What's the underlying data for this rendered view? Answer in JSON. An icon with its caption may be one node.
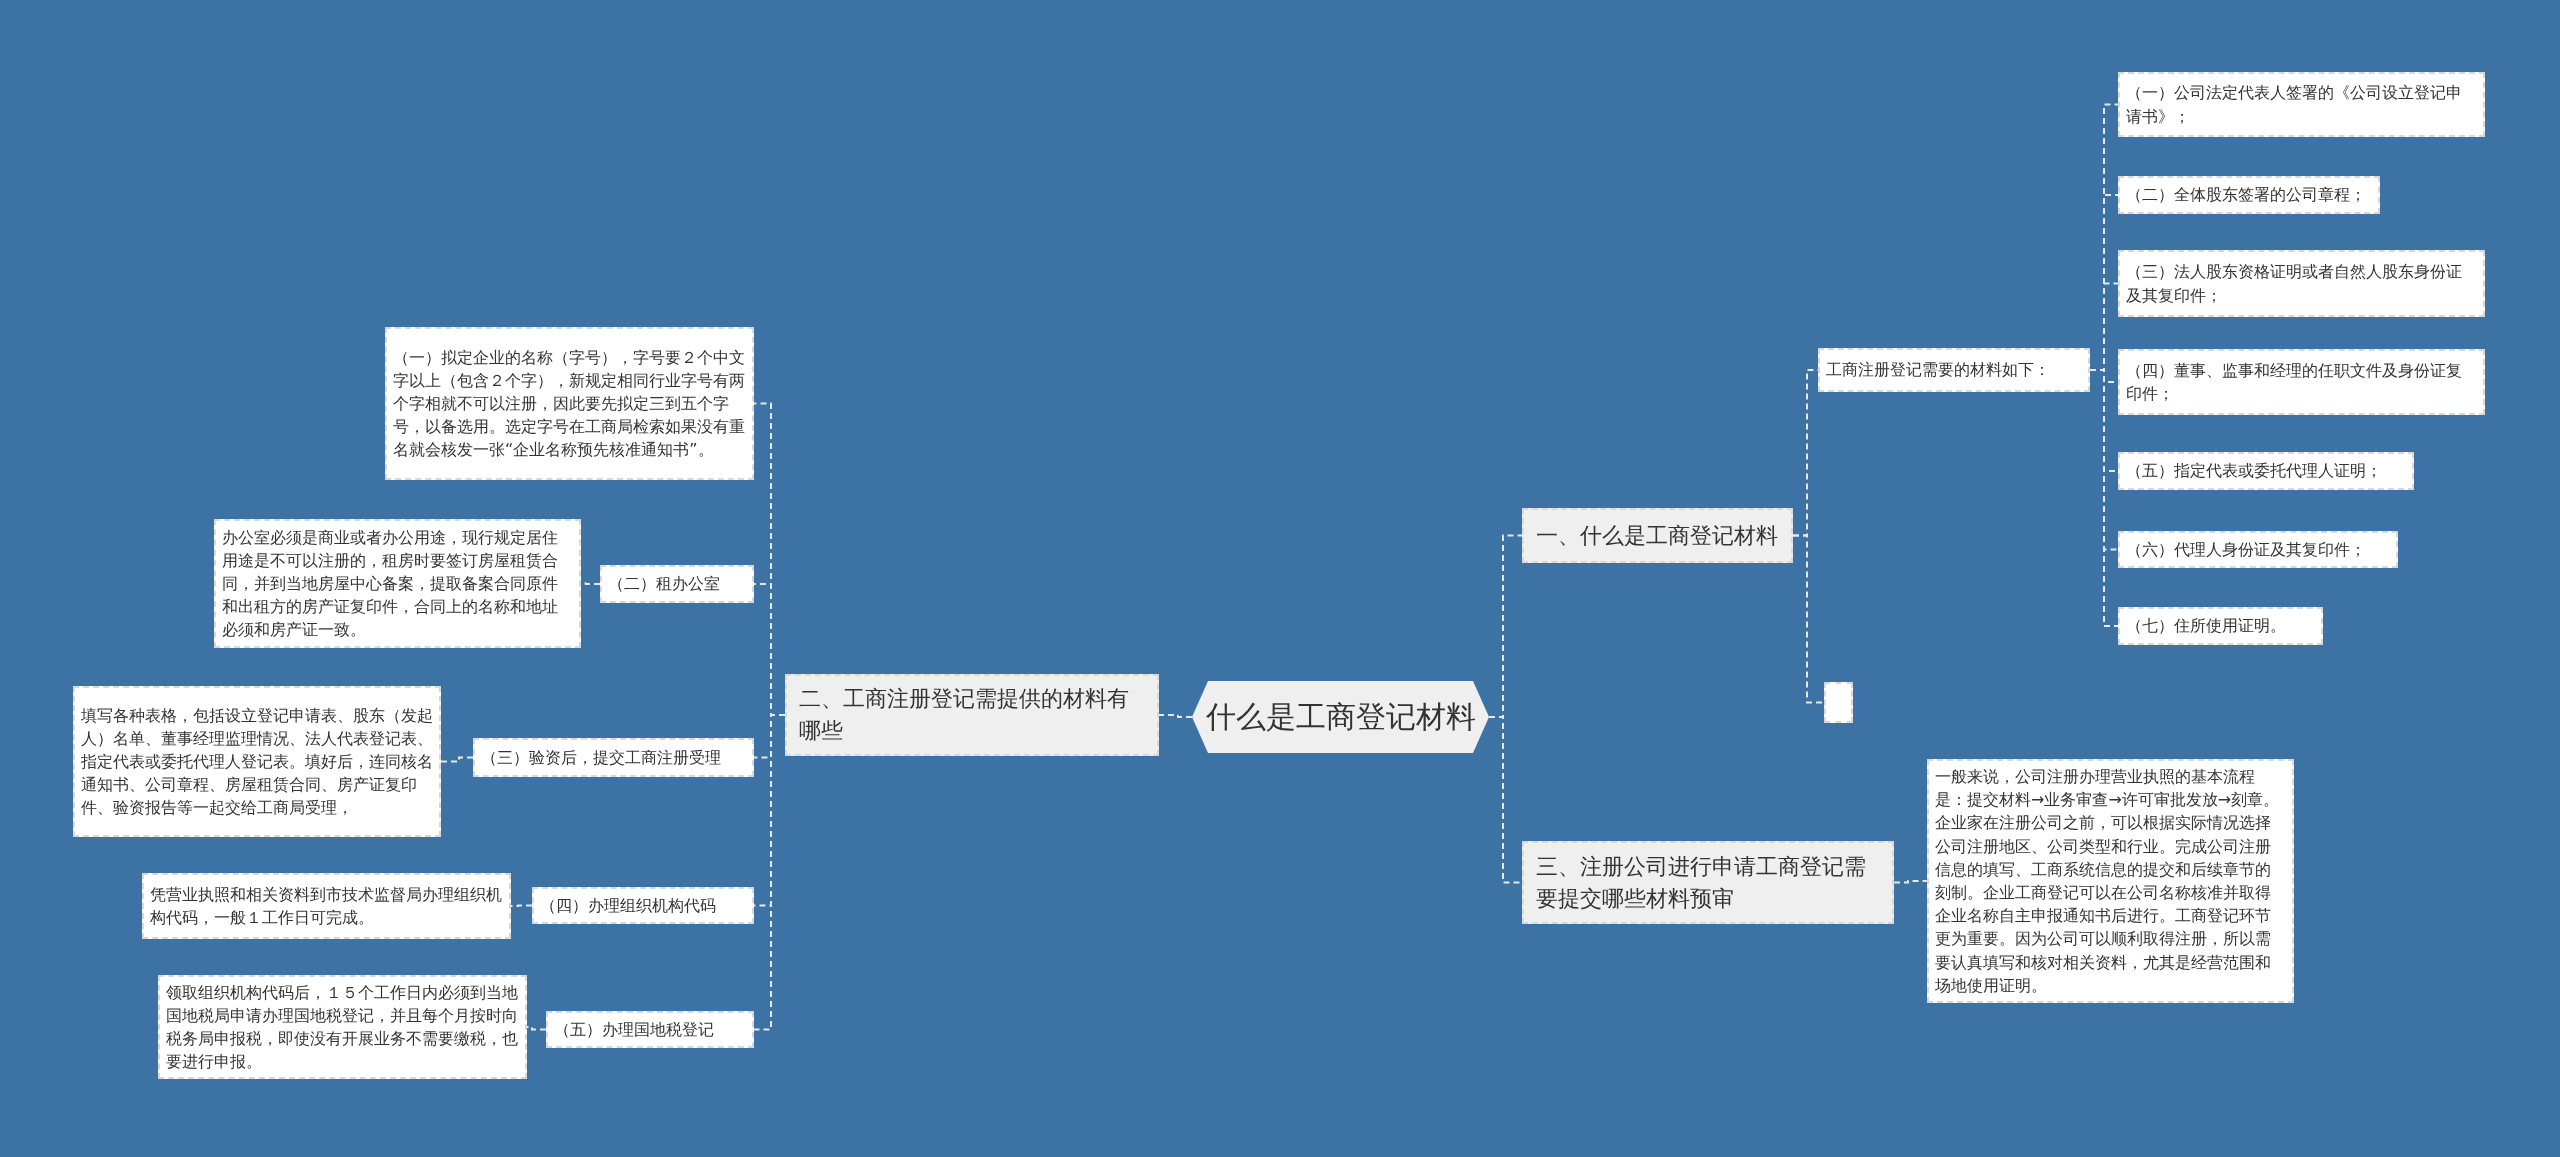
{
  "diagram": {
    "nodes": [
      {
        "text": [
          "什么是工商登记材料"
        ]
      },
      {
        "text": [
          "一、什么是工商登记材料"
        ]
      },
      {
        "text": [
          "工商注册登记需要的材料如下："
        ]
      },
      {
        "text": [
          "（一）公司法定代表人签署的《公司设立登记申请书》；"
        ]
      },
      {
        "text": [
          "（二）全体股东签署的公司章程；"
        ]
      },
      {
        "text": [
          "（三）法人股东资格证明或者自然人股东身份证及其复印件；"
        ]
      },
      {
        "text": [
          "（四）董事、监事和经理的任职文件及身份证复印件；"
        ]
      },
      {
        "text": [
          "（五）指定代表或委托代理人证明；"
        ]
      },
      {
        "text": [
          "（六）代理人身份证及其复印件；"
        ]
      },
      {
        "text": [
          "（七）住所使用证明。"
        ]
      },
      {
        "text": [],
        "shape": "box"
      },
      {
        "text": [
          "三、注册公司进行申请工商登记需要提交哪些材料预审"
        ]
      },
      {
        "text": [
          "一般来说，公司注册办理营业执照的基本流程是：提交材料→业务审查→许可审批发放→刻章。企业家在注册公司之前，可以根据实际情况选择公司注册地区、公司类型和行业。完成公司注册信息的填写、工商系统信息的提交和后续章节的刻制。企业工商登记可以在公司名称核准并取得企业名称自主申报通知书后进行。工商登记环节更为重要。因为公司可以顺利取得注册，所以需要认真填写和核对相关资料，尤其是经营范围和场地使用证明。"
        ]
      },
      {
        "text": [
          "二、工商注册登记需提供的材料有哪些"
        ]
      },
      {
        "text": [
          "（一）拟定企业的名称（字号），字号要２个中文字以上（包含２个字），新规定相同行业字号有两个字相就不可以注册，因此要先拟定三到五个字号，以备选用。选定字号在工商局检索如果没有重名就会核发一张“企业名称预先核准通知书”。"
        ]
      },
      {
        "text": [
          "（二）租办公室"
        ]
      },
      {
        "text": [
          "办公室必须是商业或者办公用途，现行规定居住用途是不可以注册的，租房时要签订房屋租赁合同，并到当地房屋中心备案，提取备案合同原件和出租方的房产证复印件，合同上的名称和地址必须和房产证一致。"
        ]
      },
      {
        "text": [
          "（三）验资后，提交工商注册受理"
        ]
      },
      {
        "text": [
          "填写各种表格，包括设立登记申请表、股东（发起人）名单、董事经理监理情况、法人代表登记表、指定代表或委托代理人登记表。填好后，连同核名通知书、公司章程、房屋租赁合同、房产证复印件、验资报告等一起交给工商局受理，"
        ]
      },
      {
        "text": [
          "（四）办理组织机构代码"
        ]
      },
      {
        "text": [
          "凭营业执照和相关资料到市技术监督局办理组织机构代码，一般１工作日可完成。"
        ]
      },
      {
        "text": [
          "（五）办理国地税登记"
        ]
      },
      {
        "text": [
          "领取组织机构代码后，１５个工作日内必须到当地国地税局申请办理国地税登记，并且每个月按时向税务局申报税，即使没有开展业务不需要缴税，也要进行申报。"
        ]
      }
    ],
    "edges": [
      {
        "from": 0,
        "to": 1,
        "arrow": "none"
      },
      {
        "from": 1,
        "to": 2,
        "arrow": "none"
      },
      {
        "from": 2,
        "to": 3,
        "arrow": "none"
      },
      {
        "from": 2,
        "to": 4,
        "arrow": "none"
      },
      {
        "from": 2,
        "to": 5,
        "arrow": "none"
      },
      {
        "from": 2,
        "to": 6,
        "arrow": "none"
      },
      {
        "from": 2,
        "to": 7,
        "arrow": "none"
      },
      {
        "from": 2,
        "to": 8,
        "arrow": "none"
      },
      {
        "from": 2,
        "to": 9,
        "arrow": "none"
      },
      {
        "from": 1,
        "to": 10,
        "arrow": "none"
      },
      {
        "from": 0,
        "to": 11,
        "arrow": "none"
      },
      {
        "from": 11,
        "to": 12,
        "arrow": "none"
      },
      {
        "from": 0,
        "to": 13,
        "arrow": "none"
      },
      {
        "from": 13,
        "to": 14,
        "arrow": "none"
      },
      {
        "from": 13,
        "to": 15,
        "arrow": "none"
      },
      {
        "from": 15,
        "to": 16,
        "arrow": "none"
      },
      {
        "from": 13,
        "to": 17,
        "arrow": "none"
      },
      {
        "from": 17,
        "to": 18,
        "arrow": "none"
      },
      {
        "from": 13,
        "to": 19,
        "arrow": "none"
      },
      {
        "from": 19,
        "to": 20,
        "arrow": "none"
      },
      {
        "from": 13,
        "to": 21,
        "arrow": "none"
      },
      {
        "from": 21,
        "to": 22,
        "arrow": "none"
      }
    ]
  }
}
